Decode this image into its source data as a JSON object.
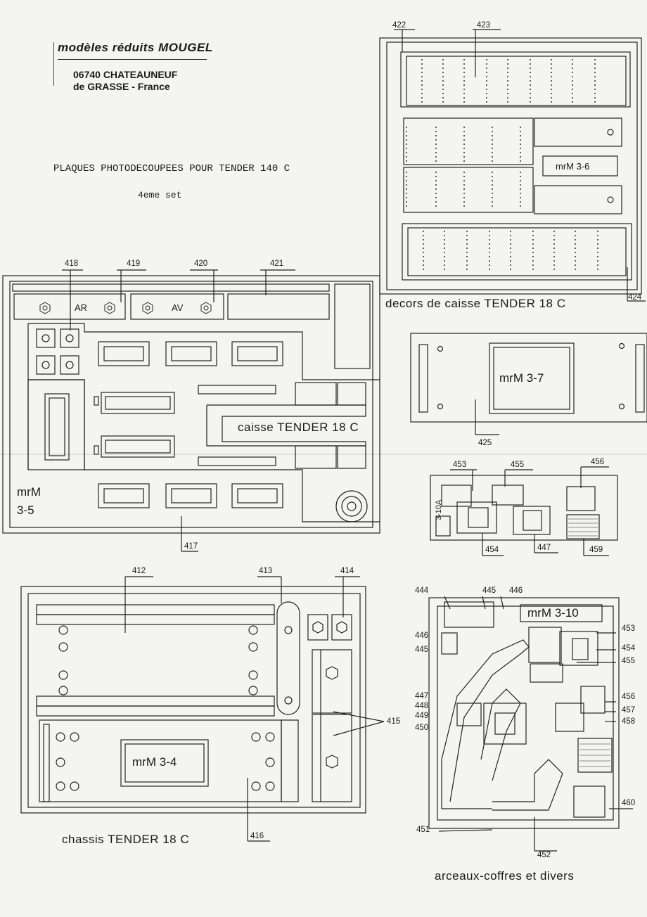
{
  "header": {
    "brand": "modèles réduits MOUGEL",
    "address_line1": "06740 CHATEAUNEUF",
    "address_line2": "de GRASSE - France"
  },
  "title": "PLAQUES PHOTODECOUPEES POUR TENDER 140 C",
  "subtitle": "4eme set",
  "plates": {
    "caisse": {
      "code_line1": "mrM",
      "code_line2": "3-5",
      "caption": "caisse TENDER 18 C",
      "marks": [
        "AR",
        "AV"
      ],
      "labels": [
        "418",
        "419",
        "420",
        "421",
        "417"
      ]
    },
    "decors": {
      "code": "mrM 3-6",
      "caption": "decors de caisse TENDER 18 C",
      "labels": [
        "422",
        "423",
        "424"
      ]
    },
    "plate37": {
      "code": "mrM 3-7",
      "labels": [
        "425"
      ]
    },
    "plate310a": {
      "code": "3-10A",
      "labels": [
        "453",
        "455",
        "456",
        "454",
        "447",
        "459"
      ]
    },
    "chassis": {
      "code": "mrM 3-4",
      "caption": "chassis TENDER 18 C",
      "labels": [
        "412",
        "413",
        "414",
        "415",
        "416"
      ]
    },
    "arceaux": {
      "code": "mrM 3-10",
      "caption": "arceaux-coffres et divers",
      "labels_left": [
        "444",
        "445",
        "446",
        "446",
        "445",
        "447",
        "448",
        "449",
        "450",
        "451",
        "452"
      ],
      "labels_right": [
        "453",
        "454",
        "455",
        "456",
        "457",
        "458",
        "460"
      ]
    }
  }
}
